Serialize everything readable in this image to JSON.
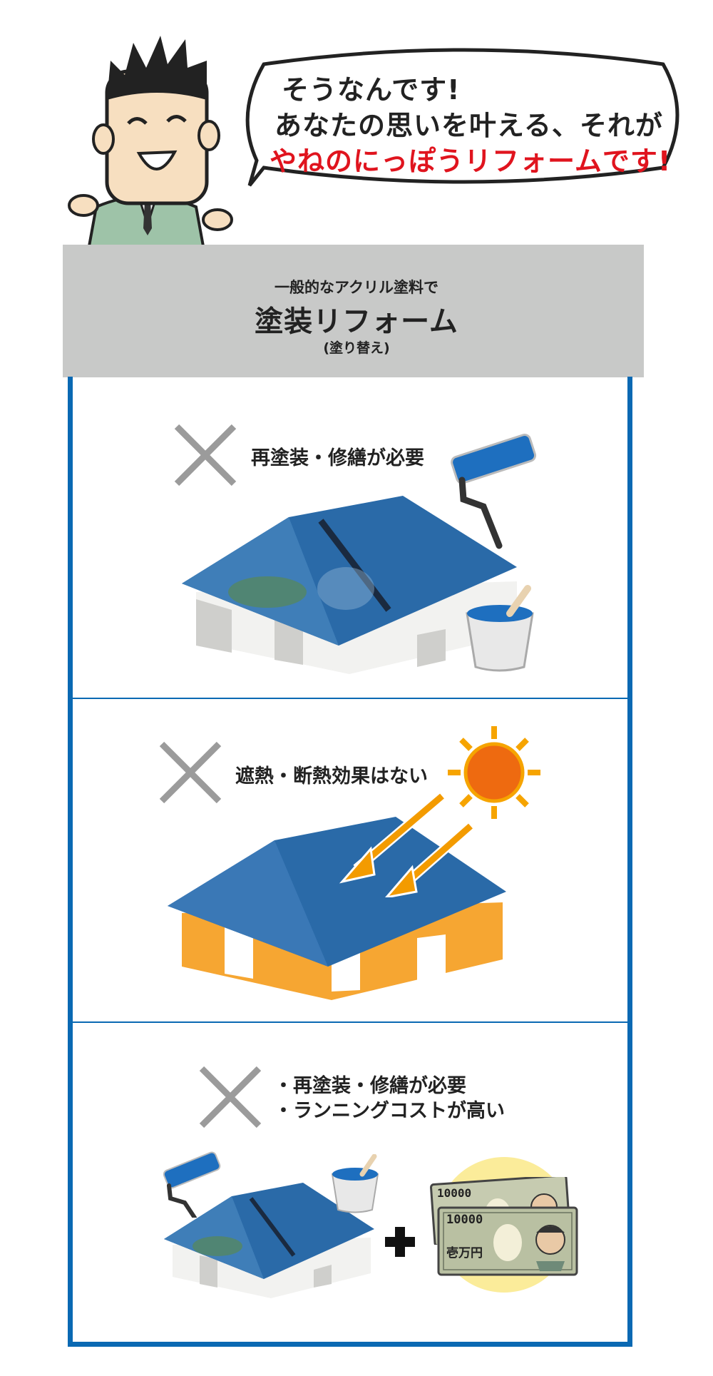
{
  "speech": {
    "line1": "そうなんです!",
    "line2": "あなたの思いを叶える、それが",
    "line3": "やねのにっぽうリフォームです!"
  },
  "header": {
    "subtitle": "一般的なアクリル塗料で",
    "title": "塗装リフォーム",
    "note": "(塗り替え)"
  },
  "panels": [
    {
      "text": "再塗装・修繕が必要"
    },
    {
      "text": "遮熱・断熱効果はない"
    },
    {
      "text_lines": [
        "・再塗装・修繕が必要",
        "・ランニングコストが高い"
      ]
    }
  ],
  "money": {
    "bill_amount": "10000",
    "bill_label": "壱万円"
  },
  "colors": {
    "frame": "#0a69b3",
    "header_bg": "#c8c9c8",
    "accent_red": "#e0141e",
    "roof_blue": "#1e5f9a",
    "cross_gray": "#9b9b9b",
    "sun_orange": "#f08a00"
  }
}
